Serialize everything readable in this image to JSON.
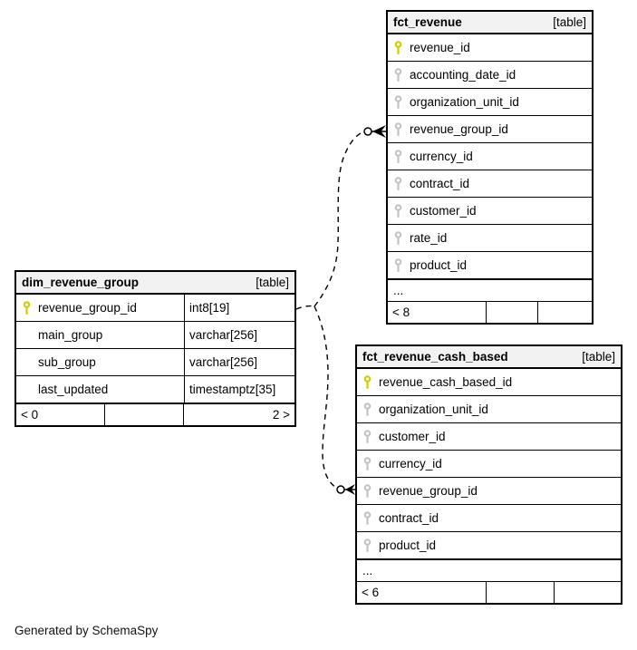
{
  "diagram": {
    "tables": [
      {
        "id": "fct_revenue",
        "title": "fct_revenue",
        "badge": "[table]",
        "columns": [
          {
            "icon": "primary-key",
            "name": "revenue_id"
          },
          {
            "icon": "foreign-key",
            "name": "accounting_date_id"
          },
          {
            "icon": "foreign-key",
            "name": "organization_unit_id"
          },
          {
            "icon": "foreign-key",
            "name": "revenue_group_id"
          },
          {
            "icon": "foreign-key",
            "name": "currency_id"
          },
          {
            "icon": "foreign-key",
            "name": "contract_id"
          },
          {
            "icon": "foreign-key",
            "name": "customer_id"
          },
          {
            "icon": "foreign-key",
            "name": "rate_id"
          },
          {
            "icon": "foreign-key",
            "name": "product_id"
          }
        ],
        "ellipsis": "...",
        "footer": {
          "left": "< 8",
          "middle": "",
          "right": ""
        }
      },
      {
        "id": "dim_revenue_group",
        "title": "dim_revenue_group",
        "badge": "[table]",
        "columns": [
          {
            "icon": "primary-key",
            "name": "revenue_group_id",
            "type": "int8[19]"
          },
          {
            "icon": "none",
            "name": "main_group",
            "type": "varchar[256]"
          },
          {
            "icon": "none",
            "name": "sub_group",
            "type": "varchar[256]"
          },
          {
            "icon": "none",
            "name": "last_updated",
            "type": "timestamptz[35]"
          }
        ],
        "footer": {
          "left": "< 0",
          "middle": "",
          "right": "2 >"
        }
      },
      {
        "id": "fct_revenue_cash_based",
        "title": "fct_revenue_cash_based",
        "badge": "[table]",
        "columns": [
          {
            "icon": "primary-key",
            "name": "revenue_cash_based_id"
          },
          {
            "icon": "foreign-key",
            "name": "organization_unit_id"
          },
          {
            "icon": "foreign-key",
            "name": "customer_id"
          },
          {
            "icon": "foreign-key",
            "name": "currency_id"
          },
          {
            "icon": "foreign-key",
            "name": "revenue_group_id"
          },
          {
            "icon": "foreign-key",
            "name": "contract_id"
          },
          {
            "icon": "foreign-key",
            "name": "product_id"
          }
        ],
        "ellipsis": "...",
        "footer": {
          "left": "< 6",
          "middle": "",
          "right": ""
        }
      }
    ],
    "relationships": [
      {
        "from": "dim_revenue_group.revenue_group_id",
        "to": "fct_revenue.revenue_group_id"
      },
      {
        "from": "dim_revenue_group.revenue_group_id",
        "to": "fct_revenue_cash_based.revenue_group_id"
      }
    ],
    "colors": {
      "primary_key": "#cdcd00",
      "foreign_key": "#c4c4c4",
      "header_bg": "#f2f2f2",
      "border": "#000000"
    }
  },
  "page": {
    "footer_note": "Generated by SchemaSpy"
  }
}
